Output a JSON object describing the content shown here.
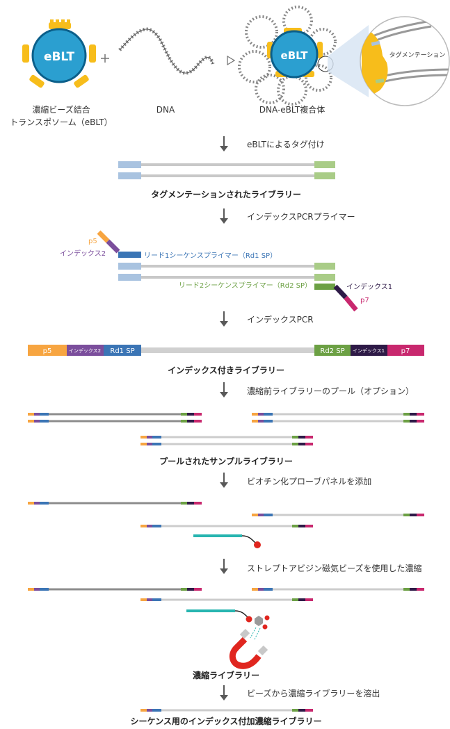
{
  "top": {
    "bead_label": "eBLT",
    "bead_caption_line1": "濃縮ビーズ結合",
    "bead_caption_line2": "トランスポソーム（eBLT）",
    "dna_caption": "DNA",
    "complex_caption": "DNA-eBLT複合体",
    "complex_bead_label": "eBLT",
    "zoom_label": "タグメンテーション"
  },
  "steps": {
    "s1_arrow": "eBLTによるタグ付け",
    "s1_title": "タグメンテーションされたライブラリー",
    "s2_arrow": "インデックスPCRプライマー",
    "s2_p5": "p5",
    "s2_index2": "インデックス2",
    "s2_rd1": "リード1シーケンスプライマー（Rd1 SP）",
    "s2_rd2": "リード2シーケンスプライマー（Rd2 SP）",
    "s2_index1": "インデックス1",
    "s2_p7": "p7",
    "s3_arrow": "インデックスPCR",
    "s3_bar_p5": "p5",
    "s3_bar_index2": "インデックス2",
    "s3_bar_rd1": "Rd1 SP",
    "s3_bar_rd2": "Rd2 SP",
    "s3_bar_index1": "インデックス1",
    "s3_bar_p7": "p7",
    "s3_title": "インデックス付きライブラリー",
    "s4_arrow": "濃縮前ライブラリーのプール（オプション）",
    "s4_title": "プールされたサンプルライブラリー",
    "s5_arrow": "ビオチン化プローブパネルを添加",
    "s6_arrow": "ストレプトアビジン磁気ビーズを使用した濃縮",
    "s6_title": "濃縮ライブラリー",
    "s7_arrow": "ビーズから濃縮ライブラリーを溶出",
    "s7_title": "シーケンス用のインデックス付加濃縮ライブラリー"
  },
  "colors": {
    "p5": "#f7a541",
    "index2": "#7b4e9c",
    "rd1": "#3b75b5",
    "insert_light": "#cccccc",
    "insert_dark": "#8c8c8c",
    "rd2": "#6ca044",
    "index1": "#2e1a47",
    "p7": "#c8286e",
    "tag_blue": "#a9c3e0",
    "tag_green": "#a9cc87",
    "bead": "#2b9fd0",
    "bead_ring": "#0b5f8a",
    "transposase": "#f7bd1b",
    "probe": "#27b5b0",
    "biotin": "#e0261f",
    "arrow": "#595959"
  }
}
